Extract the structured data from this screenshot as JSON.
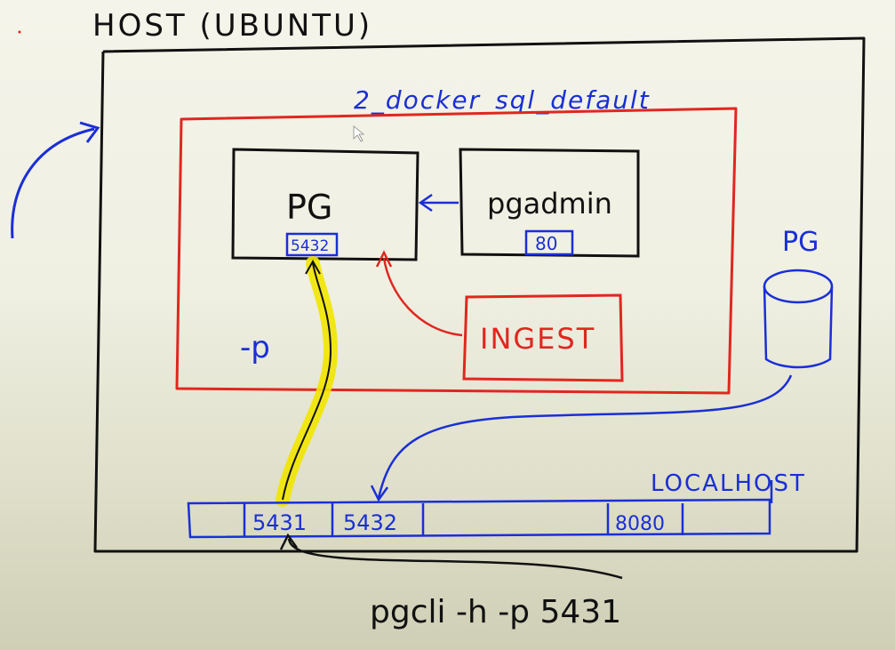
{
  "host_label": "HOST (UBUNTU)",
  "network_label": "2_docker_sql_default",
  "pg_container": {
    "label": "PG",
    "port": "5432"
  },
  "pgadmin_container": {
    "label": "pgadmin",
    "port": "80"
  },
  "ingest_label": "INGEST",
  "port_flag_label": "-p",
  "local_pg": {
    "label": "PG"
  },
  "localhost": {
    "label": "LOCALHOST",
    "ports": [
      "5431",
      "5432",
      "8080"
    ]
  },
  "command_label": "pgcli -h  -p 5431",
  "colors": {
    "ink": "#111111",
    "blue": "#1a2fd6",
    "red": "#e0271f",
    "highlight": "#f2e600"
  }
}
